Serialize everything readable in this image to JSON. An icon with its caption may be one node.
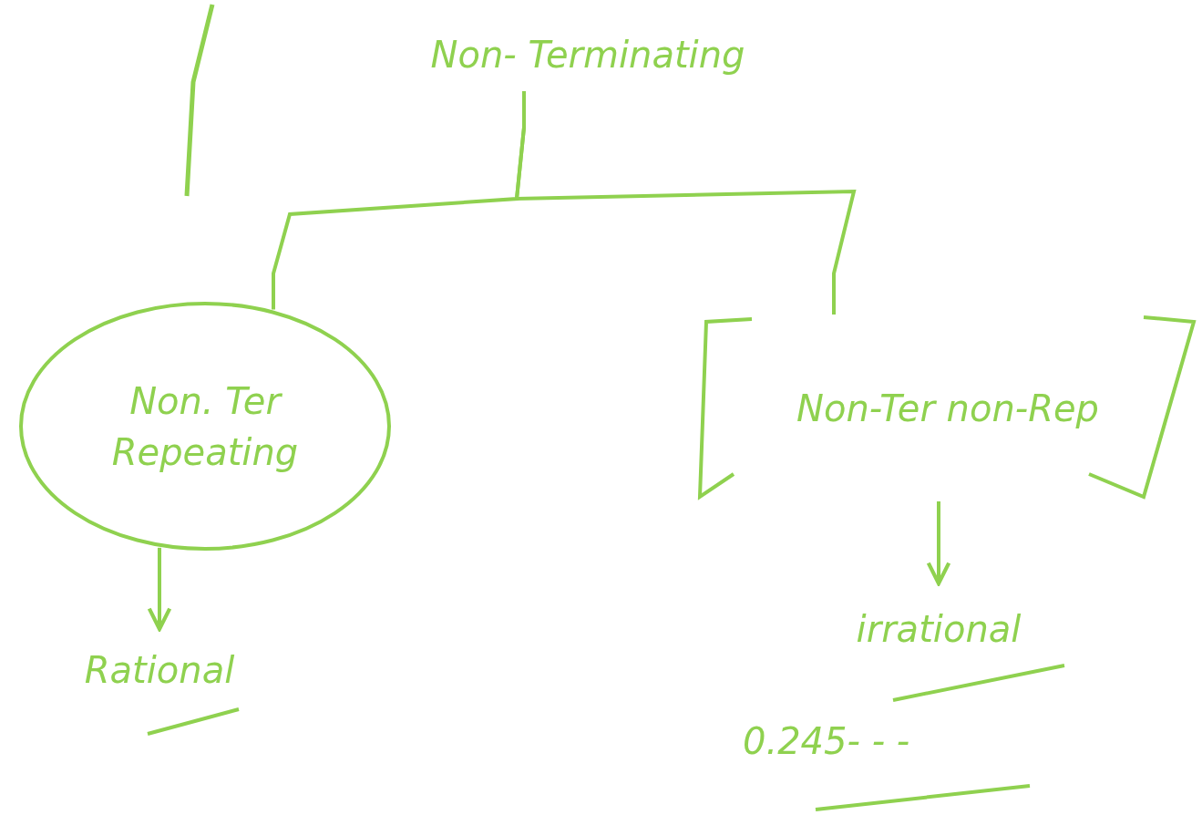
{
  "diagram": {
    "nodes": [
      {
        "text": [
          "Non- Terminating"
        ]
      },
      {
        "text": [
          "Non. Ter Repeating"
        ]
      },
      {
        "text": [
          "Non-Ter non-Rep"
        ]
      },
      {
        "text": [
          "Rational"
        ]
      },
      {
        "text": [
          "irrational"
        ]
      }
    ],
    "edges": [
      {
        "from": 0,
        "to": 1,
        "arrow": "none"
      },
      {
        "from": 0,
        "to": 2,
        "arrow": "none"
      },
      {
        "from": 1,
        "to": 3,
        "arrow": "to"
      },
      {
        "from": 2,
        "to": 4,
        "arrow": "to"
      }
    ],
    "labels": [
      "0.245- - -"
    ]
  }
}
